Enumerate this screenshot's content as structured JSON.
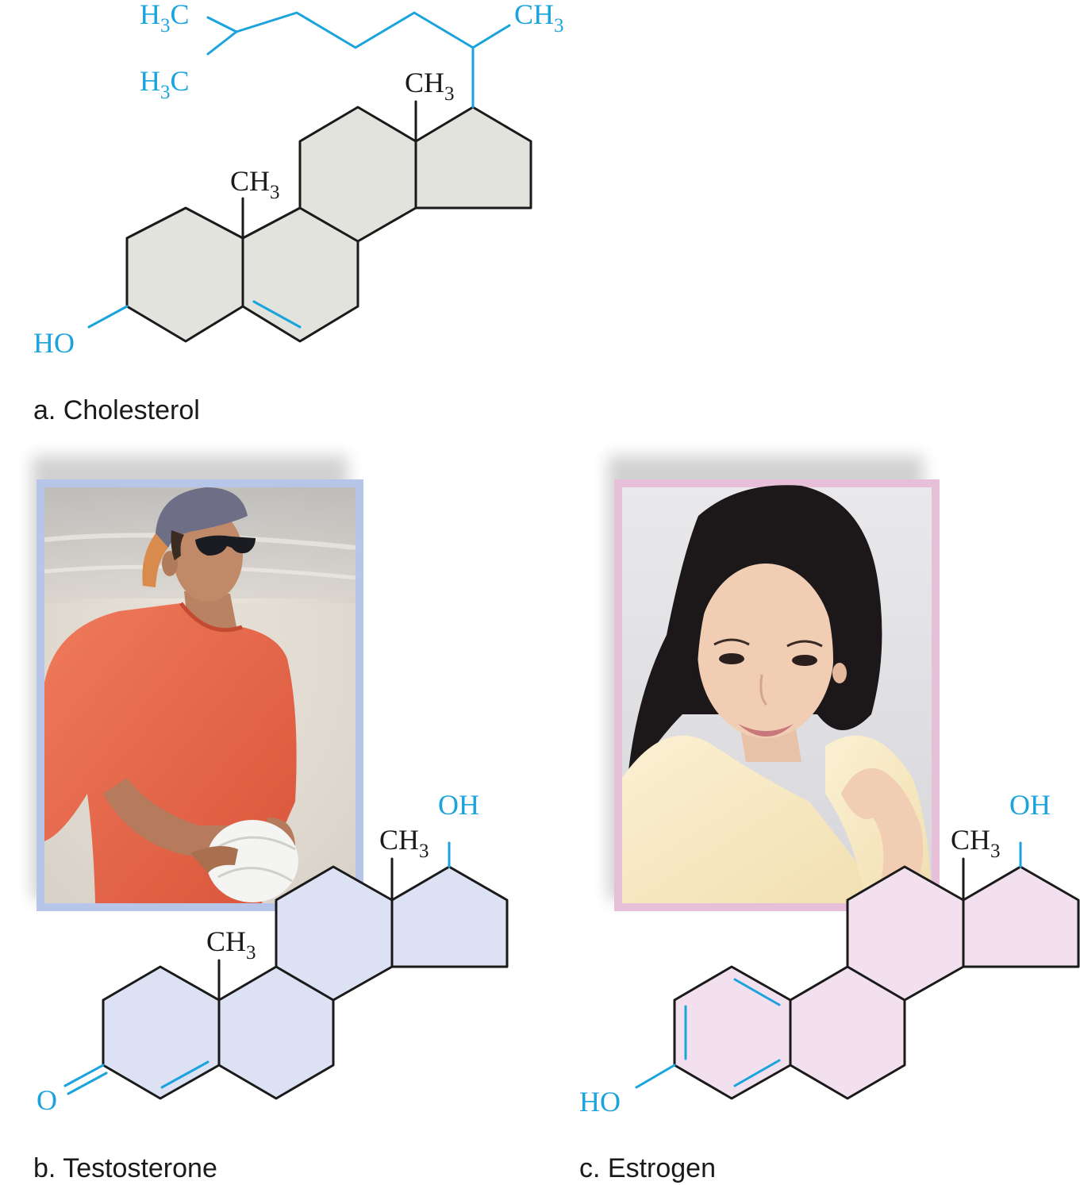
{
  "colors": {
    "bond": "#1a1a1a",
    "accent": "#1aa3dc",
    "cholesterol_fill": "#e1e3dc",
    "testosterone_fill": "#dce2f3",
    "testosterone_frame": "#b7c5e8",
    "estrogen_fill": "#f2e0ef",
    "estrogen_frame": "#e8bfd8"
  },
  "panels": {
    "cholesterol": {
      "caption": "a. Cholesterol",
      "labels": {
        "h3c_top": {
          "main": "H",
          "sub": "3",
          "tail": "C"
        },
        "h3c_bottom": {
          "main": "H",
          "sub": "3",
          "tail": "C"
        },
        "ch3_chain": {
          "main": "CH",
          "sub": "3"
        },
        "ch3_c13": {
          "main": "CH",
          "sub": "3"
        },
        "ch3_c10": {
          "main": "CH",
          "sub": "3"
        },
        "ho": "HO"
      }
    },
    "testosterone": {
      "caption": "b. Testosterone",
      "labels": {
        "oh": "OH",
        "ch3_c13": {
          "main": "CH",
          "sub": "3"
        },
        "ch3_c10": {
          "main": "CH",
          "sub": "3"
        },
        "o": "O"
      },
      "photo_icon": "man-holding-volleyball-photo"
    },
    "estrogen": {
      "caption": "c. Estrogen",
      "labels": {
        "oh": "OH",
        "ch3_c13": {
          "main": "CH",
          "sub": "3"
        },
        "ho": "HO"
      },
      "photo_icon": "woman-portrait-photo"
    }
  }
}
